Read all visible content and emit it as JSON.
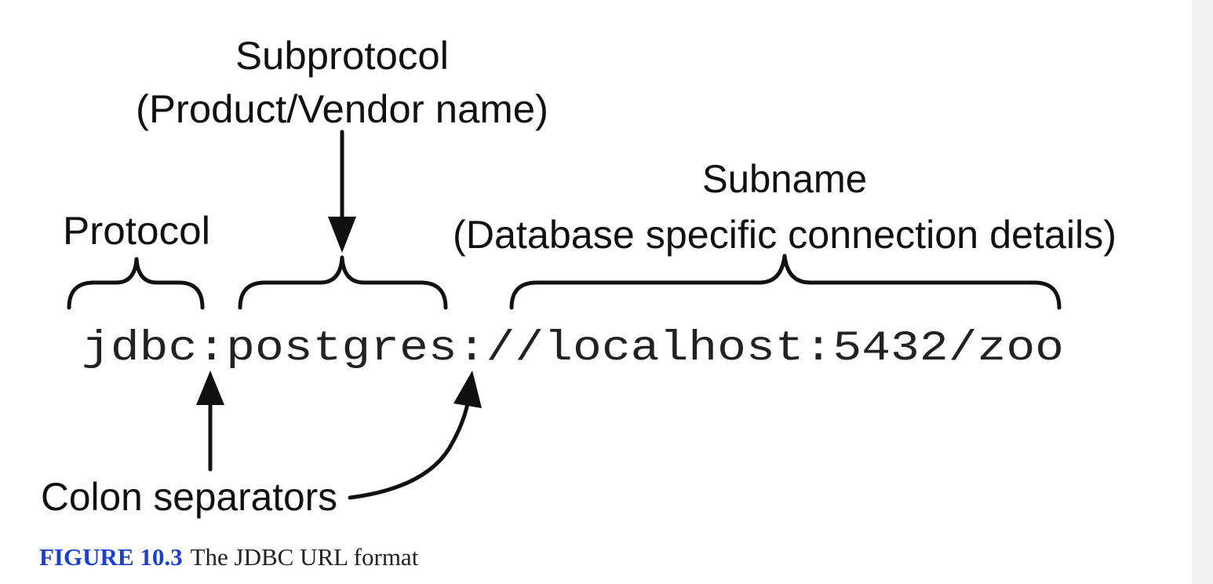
{
  "diagram": {
    "subprotocol_title": "Subprotocol",
    "subprotocol_detail": "(Product/Vendor name)",
    "protocol_label": "Protocol",
    "subname_title": "Subname",
    "subname_detail": "(Database specific connection details)",
    "url": "jdbc:postgres://localhost:5432/zoo",
    "colon_label": "Colon separators"
  },
  "caption": {
    "number": "FIGURE 10.3",
    "text": "The JDBC URL format",
    "number_color": "#1a3fd6"
  }
}
